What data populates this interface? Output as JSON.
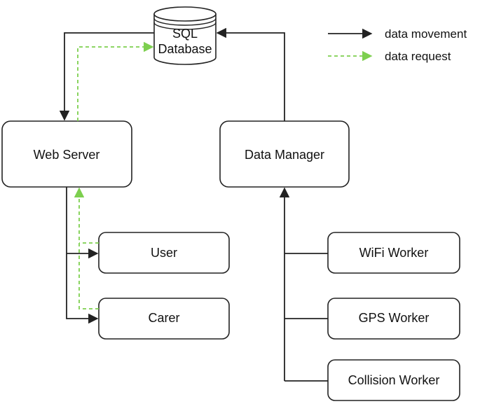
{
  "legend": {
    "data_movement": "data movement",
    "data_request": "data request"
  },
  "nodes": {
    "sql_database_line1": "SQL",
    "sql_database_line2": "Database",
    "web_server": "Web Server",
    "data_manager": "Data Manager",
    "user": "User",
    "carer": "Carer",
    "wifi_worker": "WiFi Worker",
    "gps_worker": "GPS Worker",
    "collision_worker": "Collision Worker"
  },
  "colors": {
    "data_movement": "#222222",
    "data_request": "#7dcf4f"
  }
}
